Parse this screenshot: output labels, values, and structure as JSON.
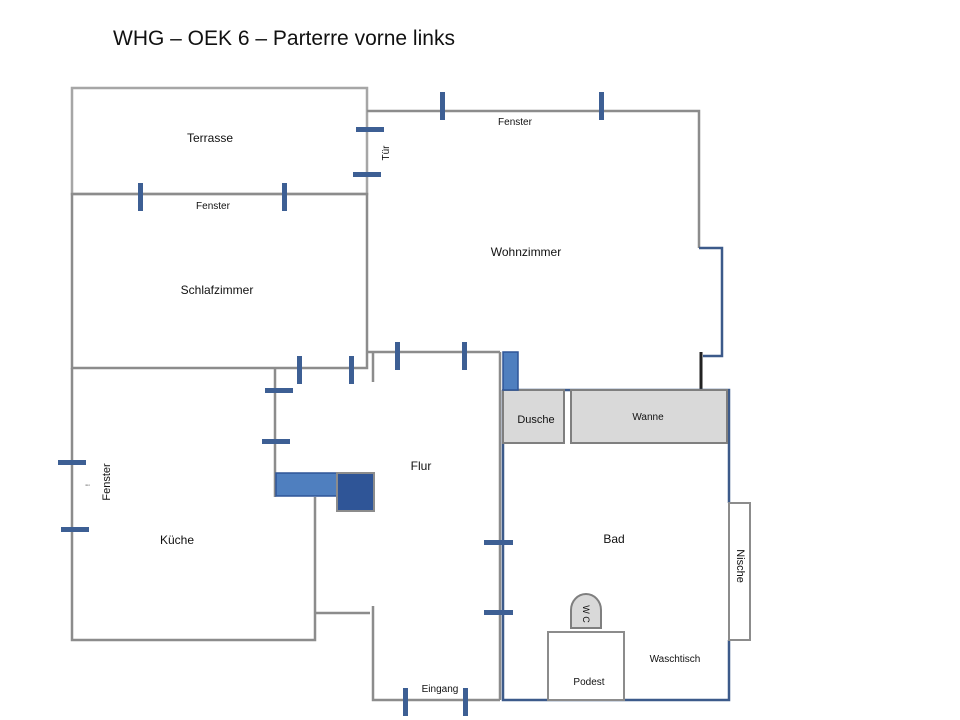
{
  "title": "WHG – OEK 6 – Parterre vorne links",
  "rooms": {
    "terrasse": "Terrasse",
    "schlafzimmer": "Schlafzimmer",
    "wohnzimmer": "Wohnzimmer",
    "kueche": "Küche",
    "flur": "Flur",
    "bad": "Bad",
    "dusche": "Dusche",
    "wanne": "Wanne",
    "nische": "Nische",
    "podest": "Podest",
    "waschtisch": "Waschtisch",
    "wc": "W C"
  },
  "labels": {
    "fenster_top": "Fenster",
    "fenster_schlaf": "Fenster",
    "fenster_kueche": "Fenster",
    "tuer": "Tür",
    "eingang": "Eingang",
    "small_mark": "!"
  },
  "colors": {
    "wall": "#8c8c8c",
    "wall_light": "#a6a6a6",
    "bath_wall": "#3c5a8a",
    "marker": "#3d5f94",
    "fixture_fill": "#d9d9d9",
    "fixture_stroke": "#7f7f7f",
    "blue_fill": "#4f7fbf",
    "dark_blue_fill": "#2f5597"
  }
}
